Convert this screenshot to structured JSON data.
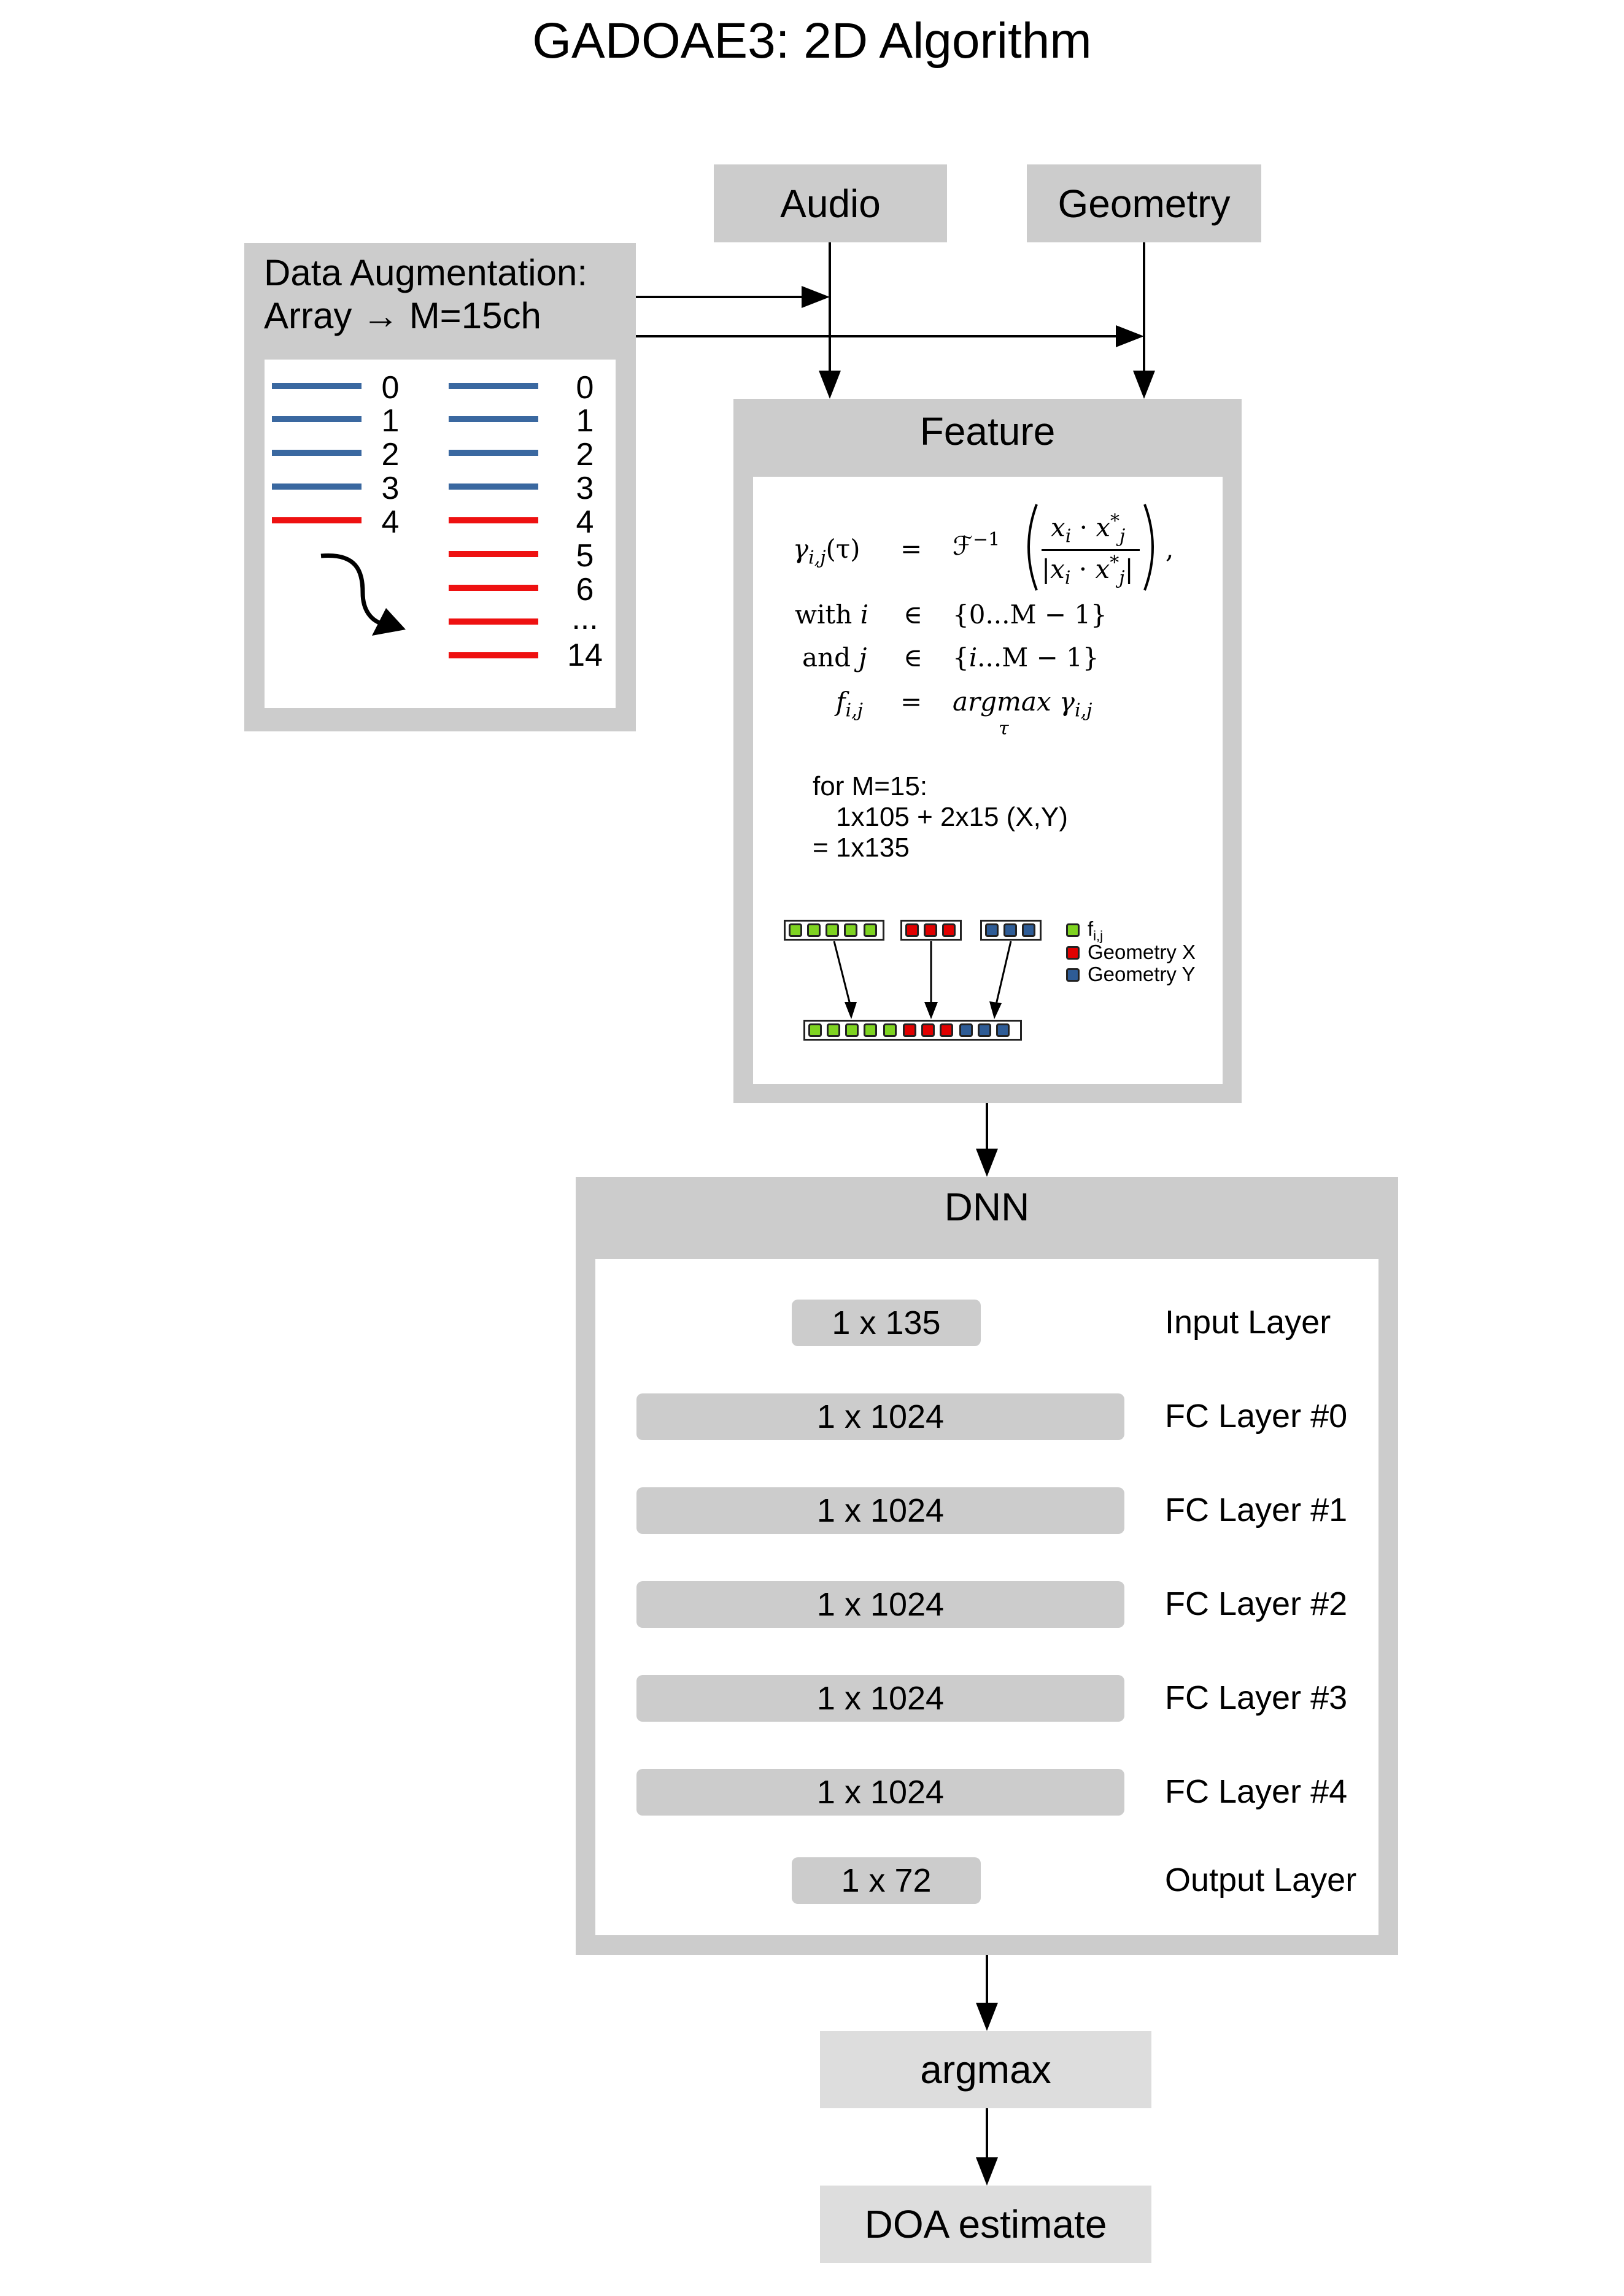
{
  "title": "GADOAE3: 2D Algorithm",
  "inputs": {
    "audio": "Audio",
    "geometry": "Geometry"
  },
  "augmentation": {
    "title_line1": "Data Augmentation:",
    "title_line2": "Array → M=15ch",
    "left_channels": [
      "0",
      "1",
      "2",
      "3",
      "4"
    ],
    "right_channels": [
      "0",
      "1",
      "2",
      "3",
      "4",
      "5",
      "6",
      "...",
      "14"
    ]
  },
  "feature": {
    "title": "Feature",
    "eq": {
      "lhs1": "γ",
      "lhs1_sub": "i,j",
      "lhs1_arg": "(τ)",
      "eqsign": "=",
      "F": "ℱ",
      "F_sup": "−1",
      "num_x": "x",
      "num_xi_sub": "i",
      "dot": " · ",
      "num_xj": "x",
      "num_xj_sup": "*",
      "num_xj_sub": "j",
      "comma": ",",
      "with_word": "with",
      "with_var": "i",
      "in_sym": "∈",
      "with_set": "{0...M − 1}",
      "and_word": "and",
      "and_var": "j",
      "and_set_open": "{",
      "and_set_var": "i",
      "and_set_rest": "...M − 1}",
      "f_var": "f",
      "f_sub": "i,j",
      "argmax": "argmax",
      "argmax_under": "τ",
      "gamma": "γ",
      "gamma_sub": "i,j"
    },
    "note_line1": "for M=15:",
    "note_line2": "1x105 + 2x15 (X,Y)",
    "note_line3": "= 1x135",
    "legend": {
      "fij": "f",
      "fij_sub": "i,j",
      "geom_x": "Geometry X",
      "geom_y": "Geometry Y"
    },
    "colors": {
      "fij": "#7ed321",
      "geom_x": "#e00000",
      "geom_y": "#2e5c96"
    }
  },
  "dnn": {
    "title": "DNN",
    "layers": [
      {
        "size": "1 x 135",
        "label": "Input Layer"
      },
      {
        "size": "1 x 1024",
        "label": "FC Layer #0"
      },
      {
        "size": "1 x 1024",
        "label": "FC Layer #1"
      },
      {
        "size": "1 x 1024",
        "label": "FC Layer #2"
      },
      {
        "size": "1 x 1024",
        "label": "FC Layer #3"
      },
      {
        "size": "1 x 1024",
        "label": "FC Layer #4"
      },
      {
        "size": "1 x 72",
        "label": "Output Layer"
      }
    ]
  },
  "argmax": "argmax",
  "output": "DOA estimate"
}
